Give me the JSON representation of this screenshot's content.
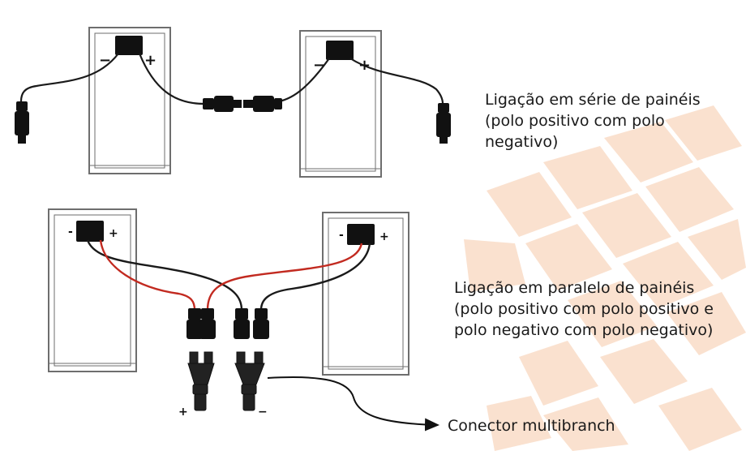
{
  "header": {
    "clipped_text": ""
  },
  "captions": {
    "series": "Ligação em série de painéis (polo positivo com polo negativo)",
    "parallel": "Ligação em paralelo de painéis (polo positivo com polo positivo e polo negativo com polo negativo)",
    "connector": "Conector multibranch"
  },
  "polarity": {
    "minus": "−",
    "plus": "+",
    "minus_small": "-",
    "plus_small": "+"
  },
  "colors": {
    "panel_frame": "#6e6e6e",
    "cable_black": "#1a1a1a",
    "cable_red": "#c22a20",
    "watermark": "#f6c9a8"
  }
}
